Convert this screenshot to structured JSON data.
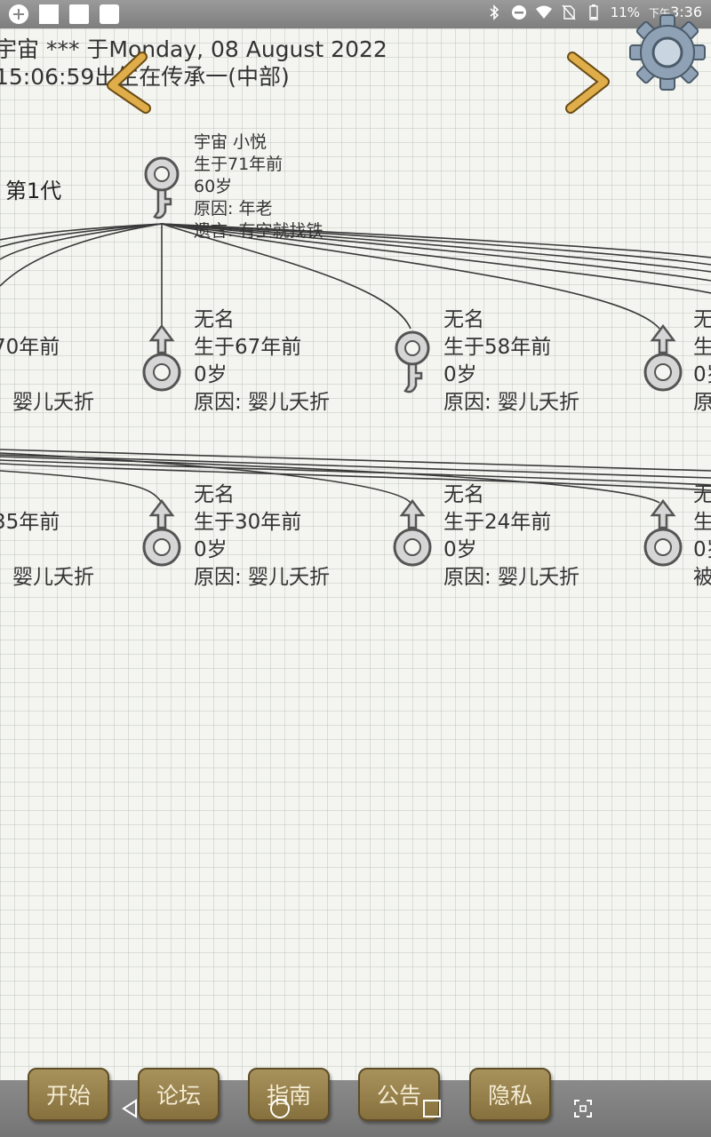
{
  "status_bar": {
    "battery": "11%",
    "time_prefix": "下午",
    "time": "3:36",
    "icons": [
      "add-circle-icon",
      "square-icon",
      "photo-icon",
      "navigation-icon",
      "bluetooth-icon",
      "dnd-icon",
      "wifi-icon",
      "no-sim-icon",
      "battery-icon"
    ]
  },
  "header": {
    "line1": "宇宙 *** 于Monday, 08 August 2022",
    "line2": "15:06:59出生在传承一(中部)"
  },
  "generation_label": "第1代",
  "root": {
    "name": "宇宙 小悦",
    "born": "生于71年前",
    "age": "60岁",
    "reason": "原因:  年老",
    "will": "遗言:  有空就找铁",
    "gender": "female"
  },
  "row1": {
    "partial_left_born": "70年前",
    "partial_left_reason": "婴儿夭折",
    "children": [
      {
        "name": "无名",
        "born": "生于67年前",
        "age": "0岁",
        "reason": "原因:  婴儿夭折",
        "gender": "male"
      },
      {
        "name": "无名",
        "born": "生于58年前",
        "age": "0岁",
        "reason": "原因:  婴儿夭折",
        "gender": "female"
      },
      {
        "name": "无",
        "born": "生",
        "age": "0岁",
        "reason": "原",
        "gender": "male"
      }
    ]
  },
  "row2": {
    "partial_left_born": "35年前",
    "partial_left_reason": "婴儿夭折",
    "children": [
      {
        "name": "无名",
        "born": "生于30年前",
        "age": "0岁",
        "reason": "原因:  婴儿夭折",
        "gender": "male"
      },
      {
        "name": "无名",
        "born": "生于24年前",
        "age": "0岁",
        "reason": "原因:  婴儿夭折",
        "gender": "male"
      },
      {
        "name": "无",
        "born": "生",
        "age": "0岁",
        "reason": "被",
        "gender": "male"
      }
    ]
  },
  "bottom_buttons": [
    "开始",
    "论坛",
    "指南",
    "公告",
    "隐私"
  ],
  "system_nav": [
    "back-icon",
    "home-icon",
    "recents-icon",
    "screenshot-icon"
  ],
  "colors": {
    "button_fill": "#98804b",
    "button_text": "#f4ecd4",
    "grid_bg": "#f4f5f0",
    "arrow": "#d9a542"
  }
}
